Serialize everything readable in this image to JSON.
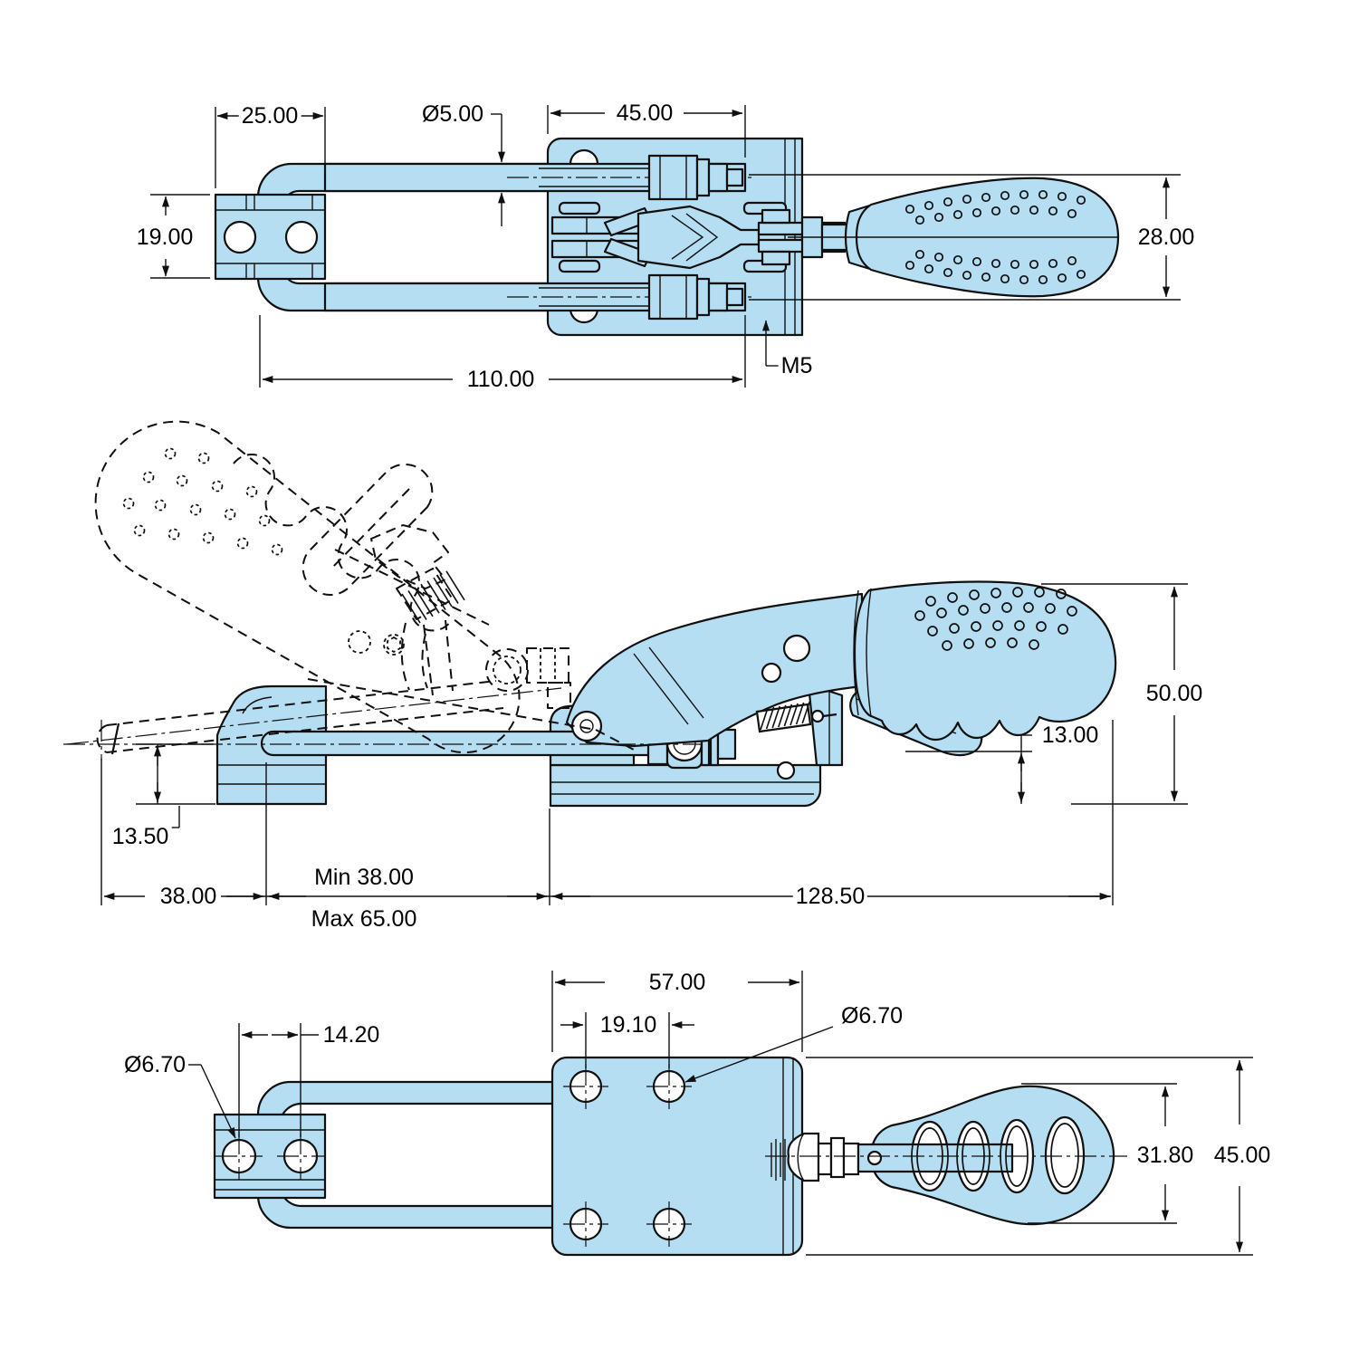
{
  "drawing": {
    "type": "engineering-orthographic-views",
    "subject": "latch-action toggle clamp",
    "colors": {
      "part_fill": "#B5DEF2",
      "line": "#101010",
      "background": "#FFFFFF"
    }
  },
  "views": {
    "top": {
      "dims": {
        "latch_plate_width": "25.00",
        "rod_diameter": "Ø5.00",
        "base_plate_span": "45.00",
        "latch_plate_height": "19.00",
        "handle_diameter": "28.00",
        "overall_length": "110.00",
        "thread_size": "M5"
      }
    },
    "side": {
      "dims": {
        "overall_height": "50.00",
        "release_lever_height": "13.00",
        "latch_offset": "13.50",
        "u_bolt_travel": "38.00",
        "reach_min": "Min 38.00",
        "reach_max": "Max 65.00",
        "body_length": "128.50"
      }
    },
    "bottom": {
      "dims": {
        "base_hole_span": "57.00",
        "base_hole_spacing": "19.10",
        "base_hole_diameter": "Ø6.70",
        "latch_hole_spacing": "14.20",
        "latch_hole_diameter": "Ø6.70",
        "handle_width": "31.80",
        "base_plate_height": "45.00"
      }
    }
  }
}
